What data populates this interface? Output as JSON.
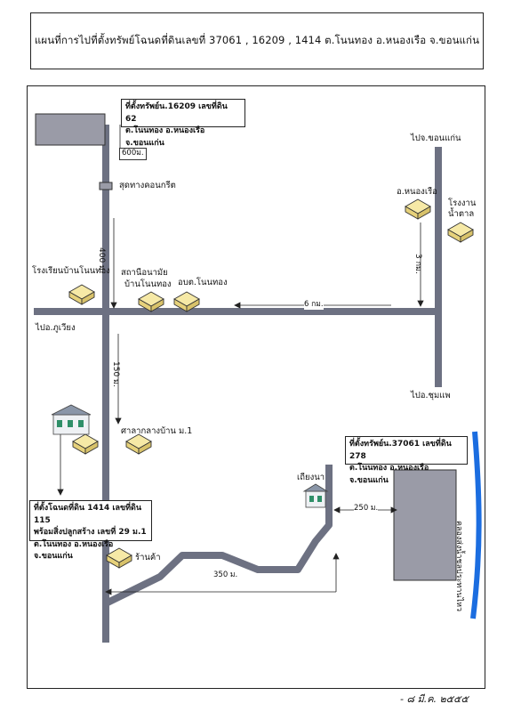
{
  "title": "แผนที่การไปที่ตั้งทรัพย์โฉนดที่ดินเลขที่ 37061 , 16209 , 1414 ต.โนนทอง อ.หนองเรือ จ.ขอนแก่น",
  "boxes": {
    "top": {
      "line1": "ที่ตั้งทรัพย์น.16209 เลขที่ดิน 62",
      "line2": "ต.โนนทอง อ.หนองเรือ จ.ขอนแก่น"
    },
    "right": {
      "line1": "ที่ตั้งทรัพย์น.37061 เลขที่ดิน 278",
      "line2": "ต.โนนทอง อ.หนองเรือ จ.ขอนแก่น"
    },
    "left": {
      "line1": "ที่ตั้งโฉนดที่ดิน 1414 เลขที่ดิน 115",
      "line2": "พร้อมสิ่งปลูกสร้าง เลขที่ 29 ม.1",
      "line3": "ต.โนนทอง อ.หนองเรือ จ.ขอนแก่น"
    }
  },
  "places": {
    "khon_kaen": "ไปจ.ขอนแก่น",
    "nong_ruea": "อ.หนองเรือ",
    "sugar_1": "โรงงาน",
    "sugar_2": "น้ำตาล",
    "school": "โรงเรียนบ้านโนนทอง",
    "health_1": "สถานีอนามัย",
    "health_2": "บ้านโนนทอง",
    "sao": "อบต.โนนทอง",
    "phu_wiang": "ไปอ.ภูเวียง",
    "chum_phae": "ไปอ.ชุมแพ",
    "concrete": "สุดทางคอนกรีต",
    "village_hall": "ศาลากลางบ้าน ม.1",
    "shop": "ร้านค้า",
    "barn": "เถียงนา",
    "canal": "คลองส่งน้ำชลประทานไหว"
  },
  "distances": {
    "d600": "600ม.",
    "d400": "400 ม.",
    "d3km": "3 กม.",
    "d6km": "6 กม.",
    "d150": "150 ม.",
    "d250": "250 ม.",
    "d350": "350 ม."
  },
  "footer": "- ๘ มี.ค. ๒๕๕๕"
}
